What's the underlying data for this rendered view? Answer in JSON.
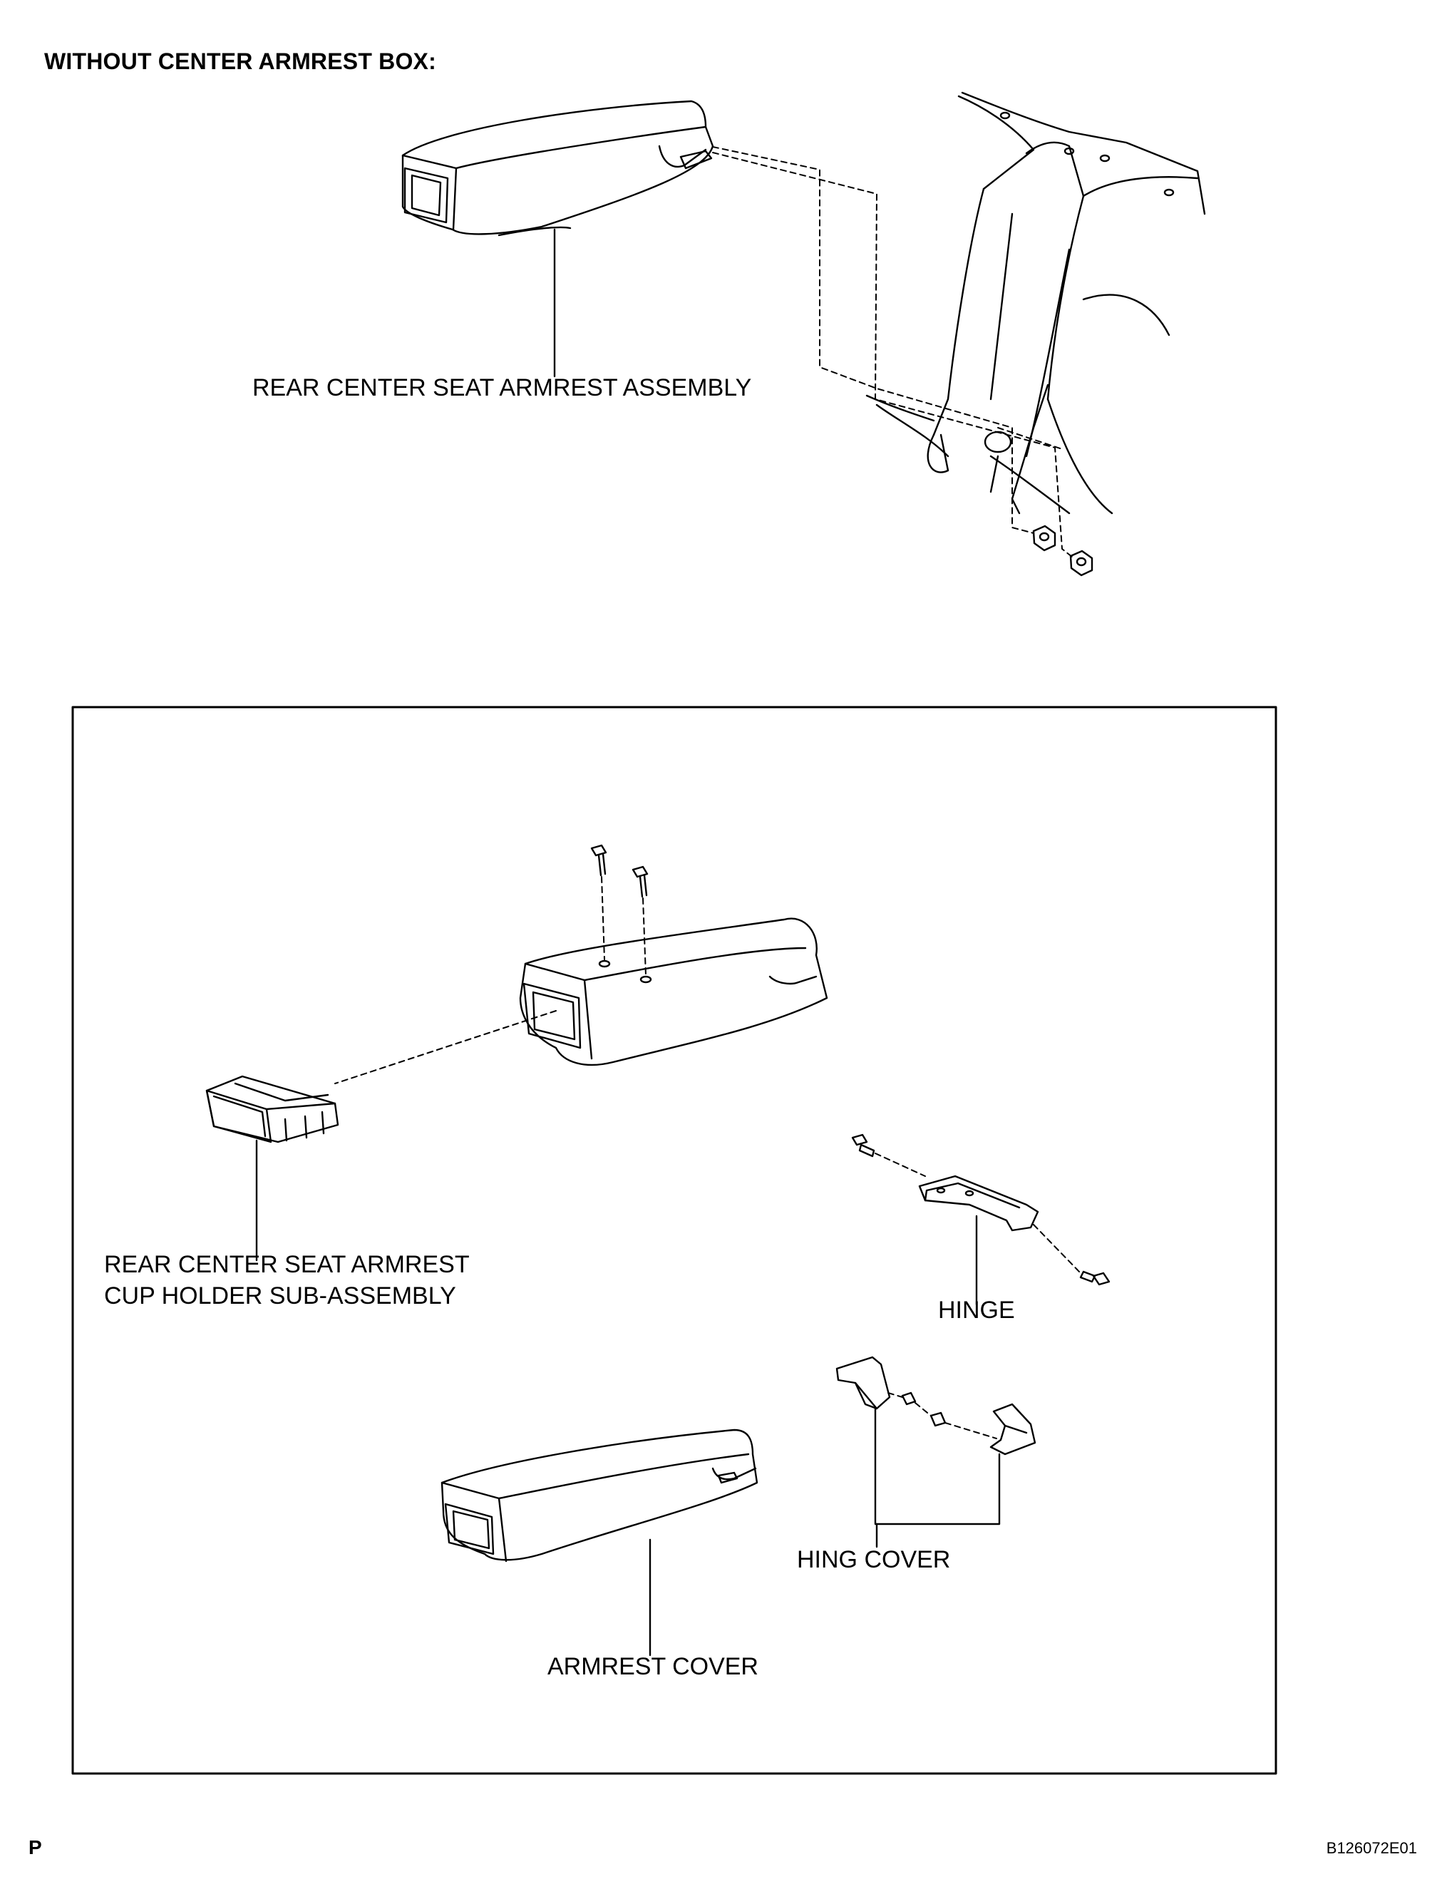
{
  "heading": "WITHOUT CENTER ARMREST BOX:",
  "labels": {
    "armrest_assembly": "REAR CENTER SEAT ARMREST ASSEMBLY",
    "cup_holder_line1": "REAR CENTER SEAT ARMREST",
    "cup_holder_line2": "CUP HOLDER SUB-ASSEMBLY",
    "hinge": "HINGE",
    "hinge_cover": "HING COVER",
    "armrest_cover": "ARMREST COVER"
  },
  "corner": {
    "left": "P",
    "right": "B126072E01"
  }
}
